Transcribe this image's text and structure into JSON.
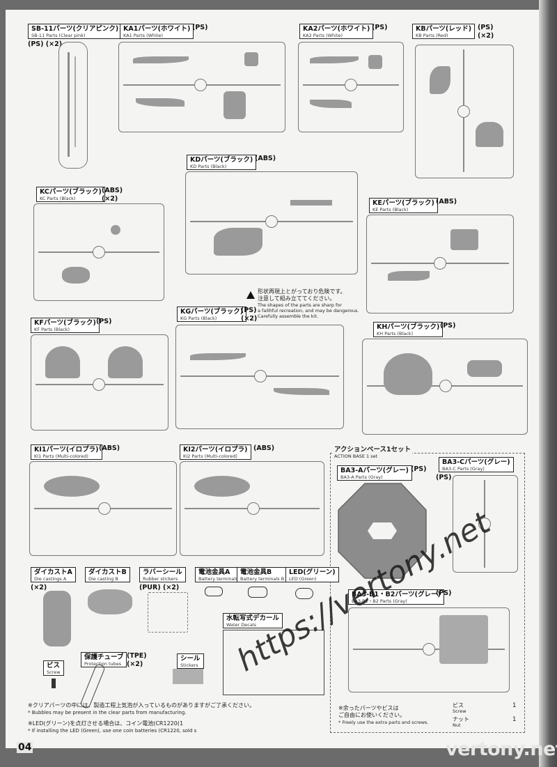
{
  "page_number": "04",
  "watermark_url": "https://vertony.net",
  "watermark_site": "vertony.net",
  "runners": [
    {
      "id": "sb11",
      "label": "SB-11パーツ(クリアピンク)",
      "sub": "SB-11 Parts (Clear pink)",
      "material": "(PS) (×2)"
    },
    {
      "id": "ka1",
      "label": "KA1パーツ(ホワイト)",
      "sub": "KA1 Parts (White)",
      "material": "(PS)"
    },
    {
      "id": "ka2",
      "label": "KA2パーツ(ホワイト)",
      "sub": "KA2 Parts (White)",
      "material": "(PS)"
    },
    {
      "id": "kb",
      "label": "KBパーツ(レッド)",
      "sub": "KB Parts (Red)",
      "material": "(PS)",
      "count": "(×2)"
    },
    {
      "id": "kd",
      "label": "KDパーツ(ブラック)",
      "sub": "KD Parts (Black)",
      "material": "(ABS)"
    },
    {
      "id": "kc",
      "label": "KCパーツ(ブラック)",
      "sub": "KC Parts (Black)",
      "material": "(ABS)",
      "count": "(×2)"
    },
    {
      "id": "ke",
      "label": "KEパーツ(ブラック)",
      "sub": "KE Parts (Black)",
      "material": "(ABS)"
    },
    {
      "id": "kf",
      "label": "KFパーツ(ブラック)",
      "sub": "KF Parts (Black)",
      "material": "(PS)"
    },
    {
      "id": "kg",
      "label": "KGパーツ(ブラック)",
      "sub": "KG Parts (Black)",
      "material": "(PS)",
      "count": "(×2)"
    },
    {
      "id": "kh",
      "label": "KHパーツ(ブラック)",
      "sub": "KH Parts (Black)",
      "material": "(PS)"
    },
    {
      "id": "ki1",
      "label": "KI1パーツ(イロプラ)",
      "sub": "KI1 Parts (Multi-colored)",
      "material": "(ABS)"
    },
    {
      "id": "ki2",
      "label": "KI2パーツ(イロプラ)",
      "sub": "KI2 Parts (Multi-colored)",
      "material": "(ABS)"
    }
  ],
  "warning": {
    "jp1": "形状再現上とがっており危険です。",
    "jp2": "注意して組み立ててください。",
    "en1": "The shapes of the parts are sharp for",
    "en2": "a faithful recreation, and may be dangerous.",
    "en3": "Carefully assemble the kit."
  },
  "action_base": {
    "title": "アクションベース1セット",
    "sub": "ACTION BASE 1 set",
    "ba3a": {
      "label": "BA3-Aパーツ(グレー)",
      "sub": "BA3-A Parts (Gray)",
      "material": "(PS)"
    },
    "ba3c": {
      "label": "BA3-Cパーツ(グレー)",
      "sub": "BA3-C Parts (Gray)",
      "material": "(PS)"
    },
    "ba3b": {
      "label": "BA3-B1・B2パーツ(グレー)",
      "sub": "BA3-B1・B2 Parts (Gray)",
      "material": "(PS)"
    }
  },
  "accessories": {
    "die_a": {
      "label": "ダイカストA",
      "sub": "Die castings A",
      "count": "(×2)"
    },
    "die_b": {
      "label": "ダイカストB",
      "sub": "Die casting B"
    },
    "rubber": {
      "label": "ラバーシール",
      "sub": "Rubber stickers",
      "material": "(PUR) (×2)"
    },
    "bat_a": {
      "label": "電池金具A",
      "sub": "Battery terminals A"
    },
    "bat_b": {
      "label": "電池金具B",
      "sub": "Battery terminals B"
    },
    "led": {
      "label": "LED(グリーン)",
      "sub": "LED (Green)"
    },
    "water": {
      "label": "水転写式デカール",
      "sub": "Water Decals"
    },
    "tube": {
      "label": "保護チューブ",
      "sub": "Protection tubes",
      "material": "(TPE)",
      "count": "(×2)"
    },
    "screw": {
      "label": "ビス",
      "sub": "Screw"
    },
    "sticker": {
      "label": "シール",
      "sub": "Stickers"
    }
  },
  "notes": {
    "n1_jp": "※クリアパーツの中には、製造工程上気泡が入っているものがありますがご了承ください。",
    "n1_en": "* Bubbles may be present in the clear parts from manufacturing.",
    "n2_jp": "※LED(グリーン)を点灯させる場合は、コイン電池(CR1220(1",
    "n2_en": "* If installing the LED (Green), use one coin batteries (CR1220, sold s",
    "spare_jp1": "※余ったパーツやビスは",
    "spare_jp2": "ご自由にお使いください。",
    "spare_en": "* Freely use the extra parts and screws."
  },
  "counts": {
    "screw_jp": "ビス",
    "screw_en": "Screw",
    "screw_n": "1",
    "nut_jp": "ナット",
    "nut_en": "Nut",
    "nut_n": "1"
  }
}
